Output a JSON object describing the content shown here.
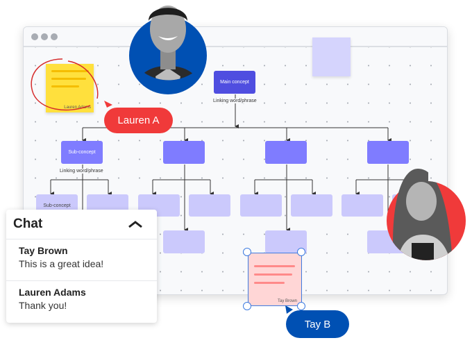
{
  "board": {
    "main_concept": "Main concept",
    "linking_main": "Linking word/phrase",
    "sub_concept": "Sub-concept",
    "linking_sub": "Linking word/phrase",
    "sub_sub_concept": "Sub-concept"
  },
  "stickies": {
    "yellow_author": "Lauren Adams",
    "pink_author": "Tay Brown"
  },
  "cursors": {
    "lauren": "Lauren A",
    "tay": "Tay B"
  },
  "chat": {
    "title": "Chat",
    "messages": [
      {
        "author": "Tay Brown",
        "text": "This is a great idea!"
      },
      {
        "author": "Lauren Adams",
        "text": "Thank you!"
      }
    ]
  },
  "colors": {
    "main": "#4f4ee0",
    "sub": "#7f7cff",
    "leaf": "#cbc9fc",
    "red": "#f03a3a",
    "blue": "#0050b3"
  }
}
